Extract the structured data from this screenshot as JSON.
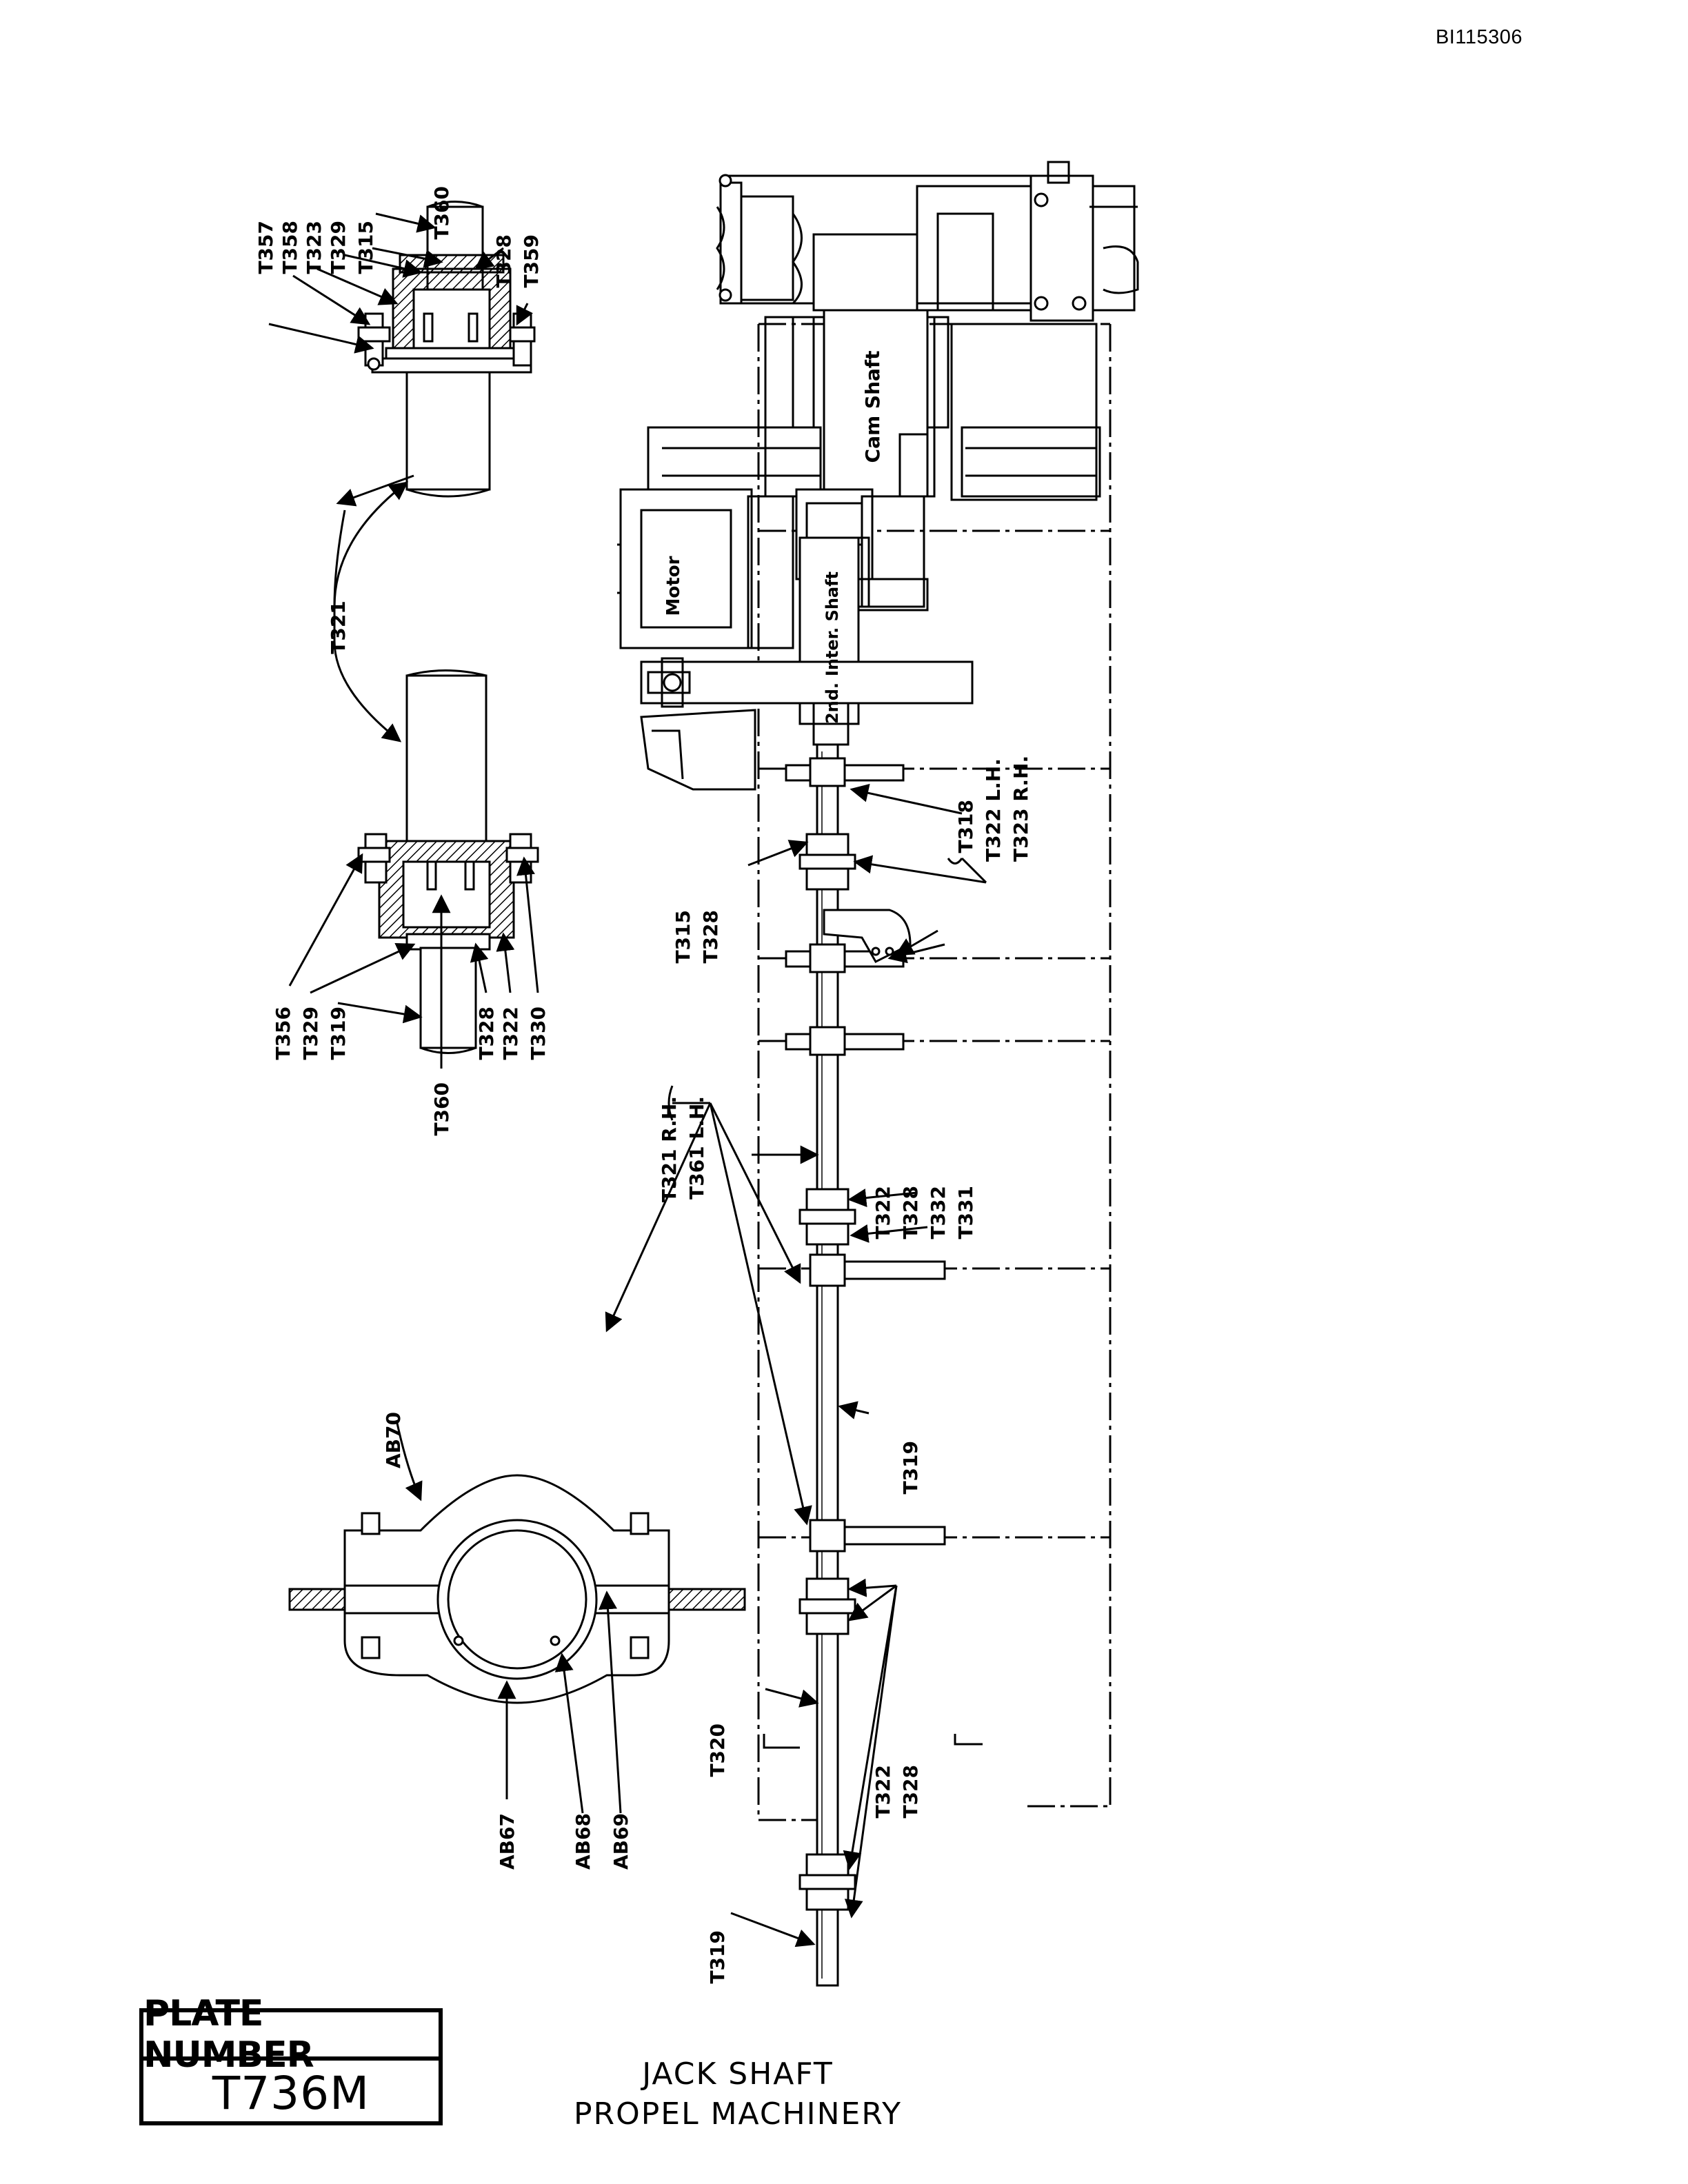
{
  "doc_id": "BI115306",
  "plate": {
    "header": "PLATE NUMBER",
    "number": "T736M"
  },
  "title": {
    "line1": "JACK SHAFT",
    "line2": "PROPEL MACHINERY"
  },
  "component_labels": {
    "cam_shaft": "Cam Shaft",
    "motor": "Motor",
    "inter_shaft": "Inter. Shaft",
    "second_inter": "2nd."
  },
  "callouts": {
    "top_detail": [
      "T357",
      "T358",
      "T323",
      "T329",
      "T315",
      "T360",
      "T328",
      "T359"
    ],
    "middle_detail_shaft": "T321",
    "middle_detail_bottom": [
      "T356",
      "T329",
      "T319",
      "T360",
      "T328",
      "T322",
      "T330"
    ],
    "bearing_detail": [
      "AB70",
      "AB67",
      "AB68",
      "AB69"
    ],
    "main_assembly": {
      "t318": "T318",
      "t322_lh": "T322 L.H.",
      "t323_rh": "T323 R.H.",
      "t315": "T315",
      "t328_a": "T328",
      "t321_rh": "T321 R.H.",
      "t361_lh": "T361 L.H.",
      "t322_a": "T322",
      "t328_b": "T328",
      "t332": "T332",
      "t331": "T331",
      "t319_a": "T319",
      "t320": "T320",
      "t322_b": "T322",
      "t328_c": "T328",
      "t319_b": "T319"
    }
  },
  "colors": {
    "ink": "#000000",
    "paper": "#ffffff"
  }
}
